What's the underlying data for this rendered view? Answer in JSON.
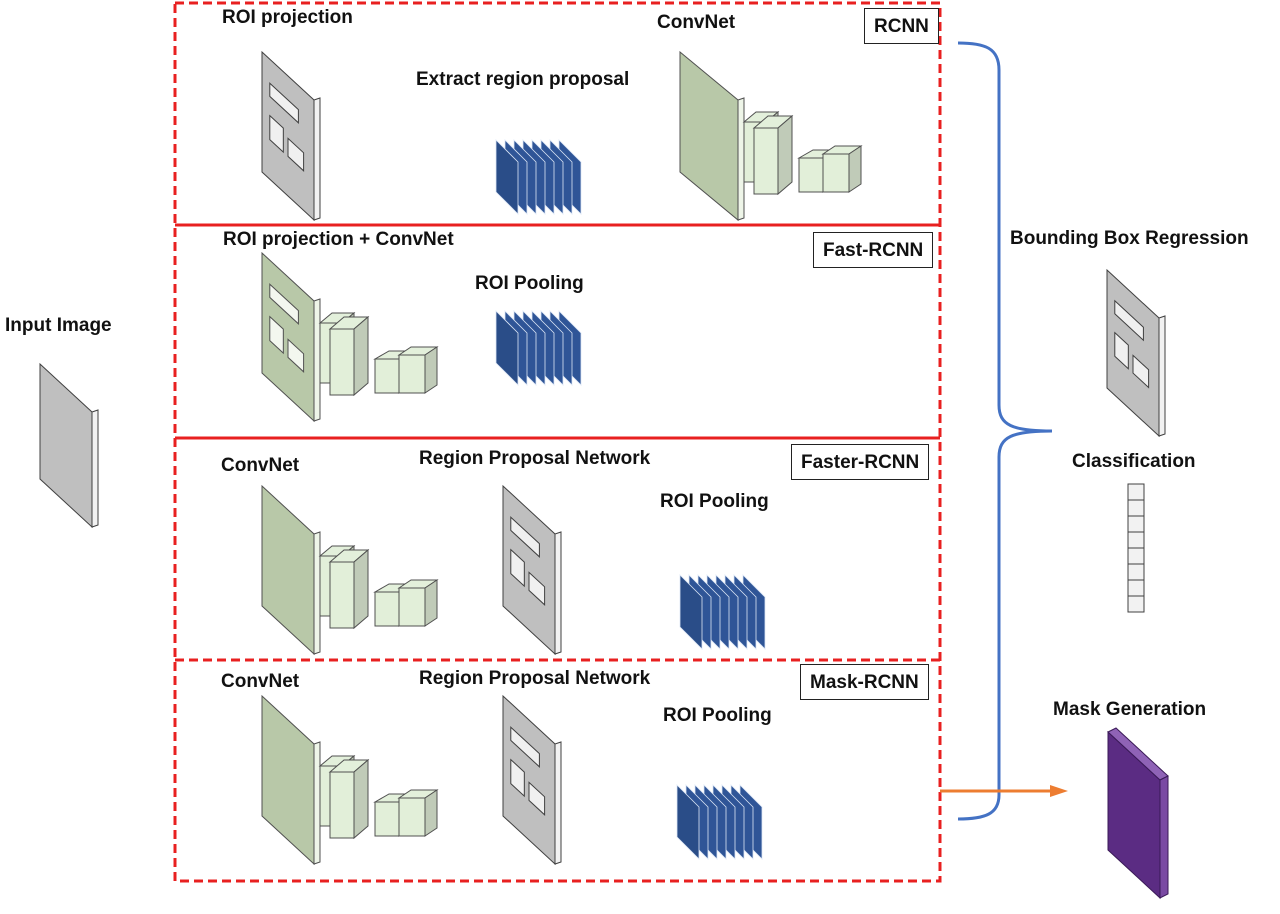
{
  "labels": {
    "input_image": "Input Image",
    "rcnn_roi_projection": "ROI projection",
    "rcnn_convnet": "ConvNet",
    "rcnn_extract": "Extract region proposal",
    "fast_roi_proj_convnet": "ROI projection + ConvNet",
    "fast_roi_pooling": "ROI Pooling",
    "faster_convnet": "ConvNet",
    "faster_rpn": "Region Proposal Network",
    "faster_roi_pooling": "ROI Pooling",
    "mask_convnet": "ConvNet",
    "mask_rpn": "Region Proposal Network",
    "mask_roi_pooling": "ROI Pooling",
    "bbox_regression": "Bounding Box Regression",
    "classification": "Classification",
    "mask_generation": "Mask Generation"
  },
  "tags": {
    "rcnn": "RCNN",
    "fast_rcnn": "Fast-RCNN",
    "faster_rcnn": "Faster-RCNN",
    "mask_rcnn": "Mask-RCNN"
  },
  "colors": {
    "frame_red": "#e82020",
    "brace_blue": "#4472c4",
    "arrow_orange": "#ed7d31",
    "feature_blue": "#2f5597",
    "conv_green": "#b8c8a8",
    "layer_green": "#e2efd9",
    "panel_gray": "#bfbfbf",
    "mask_purple": "#5b2c83"
  }
}
